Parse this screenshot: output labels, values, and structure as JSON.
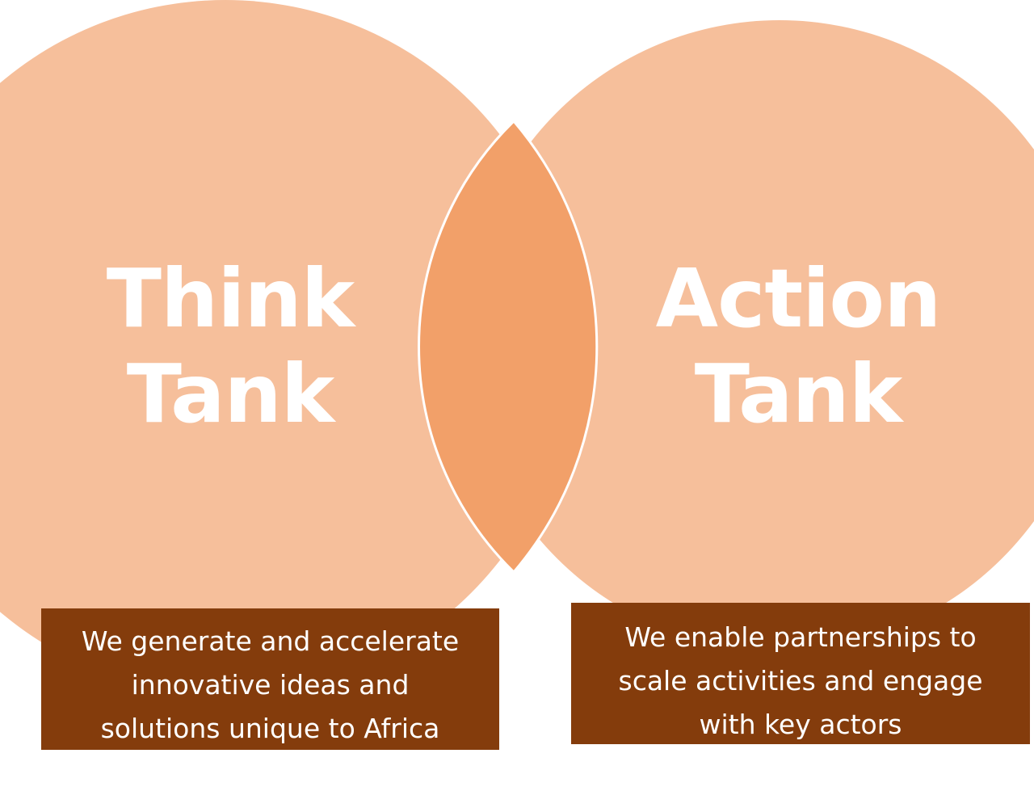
{
  "colors": {
    "circle_fill": "#f6bf9b",
    "overlap_fill": "#f2a069",
    "overlap_stroke": "#ffffff",
    "box_fill": "#843c0c",
    "text": "#ffffff"
  },
  "left": {
    "title_lines": [
      "Think",
      "Tank"
    ],
    "description_lines": [
      "We generate and accelerate",
      "innovative ideas and",
      "solutions unique to Africa"
    ]
  },
  "right": {
    "title_lines": [
      "Action",
      "Tank"
    ],
    "description_lines": [
      "We enable partnerships to",
      "scale activities and engage",
      "with key actors"
    ]
  }
}
